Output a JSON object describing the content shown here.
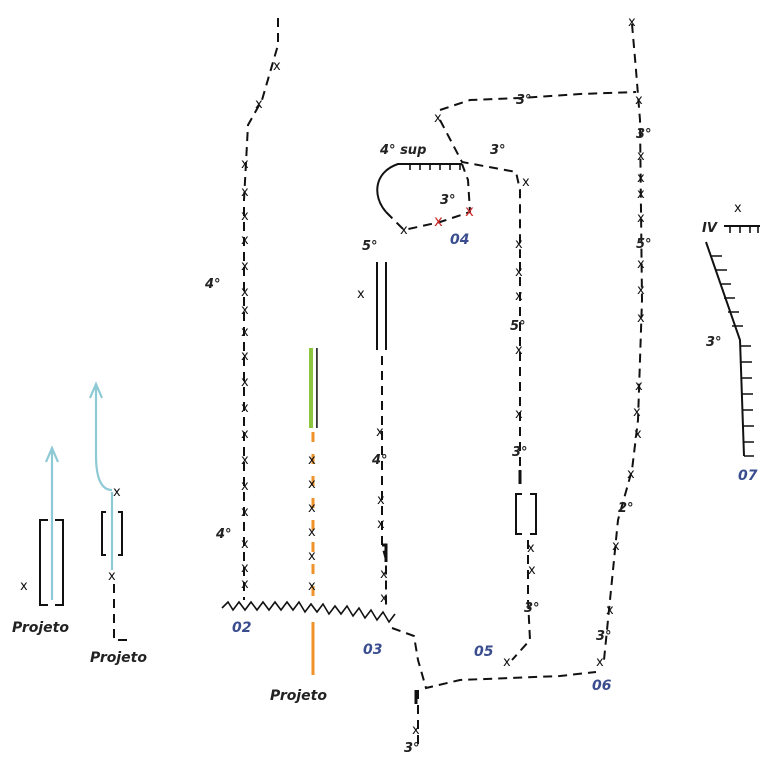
{
  "diagram": {
    "colors": {
      "ink": "#111111",
      "number_labels": "#3a4d8f",
      "projeto_arrow": "#8ec9d6",
      "green_segment": "#8cc63f",
      "orange_segment": "#f0922a",
      "cross_red": "#cc2b2b"
    },
    "x_mark": "x",
    "red_x_mark": "x",
    "angle_labels": {
      "a_3deg": "3°",
      "b_3deg": "3°",
      "c_3deg": "3°",
      "d_3deg": "3°",
      "e_3deg": "3°",
      "f_3deg": "3°",
      "g_3deg": "3°",
      "h_3deg": "3°",
      "i_3deg": "3°",
      "j_4sup": "4° sup",
      "k_4deg": "4°",
      "l_4deg": "4°",
      "m_4deg": "4°",
      "n_5deg": "5°",
      "o_5deg": "5°",
      "p_5deg": "5°",
      "q_2deg": "2°",
      "r_IV": "IV"
    },
    "point_numbers": {
      "p02": "02",
      "p03": "03",
      "p04": "04",
      "p05": "05",
      "p06": "06",
      "p07": "07"
    },
    "projeto_labels": {
      "left": "Projeto",
      "middle_left": "Projeto",
      "center": "Projeto"
    }
  }
}
